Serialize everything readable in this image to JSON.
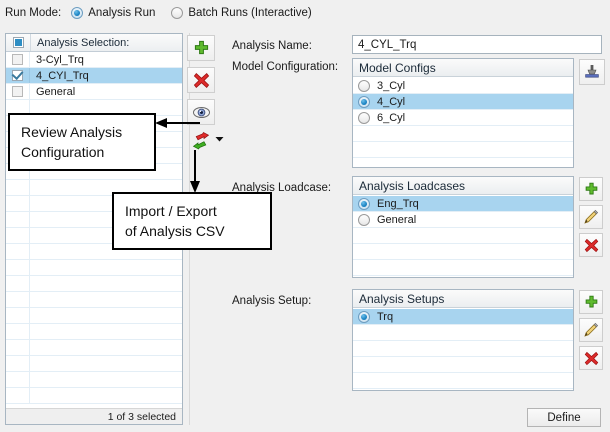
{
  "run_mode": {
    "label": "Run Mode:",
    "options": [
      {
        "label": "Analysis Run",
        "selected": true
      },
      {
        "label": "Batch Runs (Interactive)",
        "selected": false
      }
    ]
  },
  "analysis_selection": {
    "header": "Analysis Selection:",
    "rows": [
      {
        "label": "3-Cyl_Trq",
        "checked": false,
        "selected": false
      },
      {
        "label": "4_CYI_Trq",
        "checked": true,
        "selected": true
      },
      {
        "label": "General",
        "checked": false,
        "selected": false
      }
    ],
    "status": "1 of 3 selected",
    "toolbar": [
      {
        "name": "add-analysis-button",
        "icon": "plus-icon"
      },
      {
        "name": "delete-analysis-button",
        "icon": "delete-x-icon"
      },
      {
        "name": "review-analysis-button",
        "icon": "eye-icon"
      },
      {
        "name": "import-export-button",
        "icon": "import-export-arrows-icon"
      }
    ]
  },
  "form": {
    "analysis_name_label": "Analysis Name:",
    "analysis_name_value": "4_CYL_Trq",
    "model_configuration_label": "Model Configuration:",
    "analysis_loadcase_label": "Analysis Loadcase:",
    "analysis_setup_label": "Analysis Setup:"
  },
  "model_configs": {
    "header": "Model Configs",
    "rows": [
      {
        "label": "3_Cyl",
        "selected": false
      },
      {
        "label": "4_Cyl",
        "selected": true
      },
      {
        "label": "6_Cyl",
        "selected": false
      }
    ],
    "buttons": [
      {
        "name": "model-config-tool-button",
        "icon": "funnel-icon"
      }
    ]
  },
  "analysis_loadcases": {
    "header": "Analysis Loadcases",
    "rows": [
      {
        "label": "Eng_Trq",
        "selected": true
      },
      {
        "label": "General",
        "selected": false
      }
    ],
    "buttons": [
      {
        "name": "add-loadcase-button",
        "icon": "plus-icon"
      },
      {
        "name": "edit-loadcase-button",
        "icon": "pencil-icon"
      },
      {
        "name": "delete-loadcase-button",
        "icon": "delete-x-icon"
      }
    ]
  },
  "analysis_setups": {
    "header": "Analysis Setups",
    "rows": [
      {
        "label": "Trq",
        "selected": true
      }
    ],
    "buttons": [
      {
        "name": "add-setup-button",
        "icon": "plus-icon"
      },
      {
        "name": "edit-setup-button",
        "icon": "pencil-icon"
      },
      {
        "name": "delete-setup-button",
        "icon": "delete-x-icon"
      }
    ]
  },
  "define_button": "Define",
  "annotations": [
    {
      "line1": "Review Analysis",
      "line2": "Configuration"
    },
    {
      "line1": "Import / Export",
      "line2": "of Analysis CSV"
    }
  ],
  "colors": {
    "selection_blue": "#a8d4ef",
    "radio_blue": "#1b84c4",
    "icon_green": "#4aa832",
    "icon_red": "#d32020",
    "panel_bg": "#f0f0f0"
  }
}
